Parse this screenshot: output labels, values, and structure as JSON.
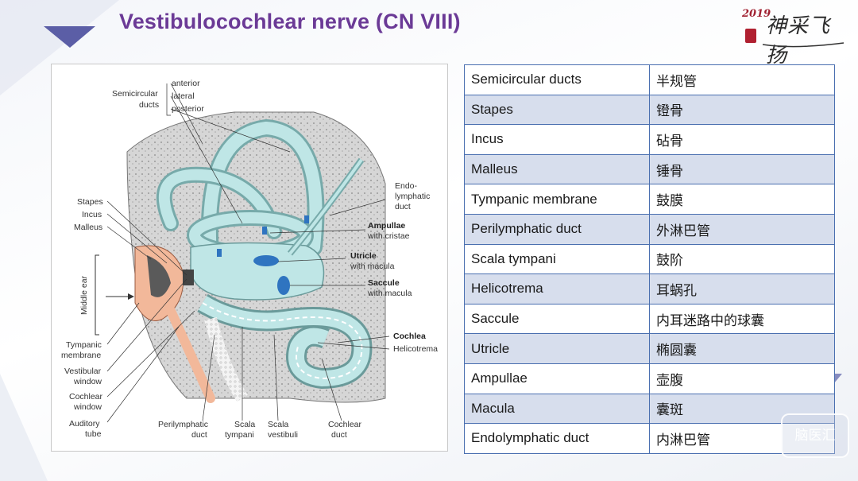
{
  "slide_title": "Vestibulocochlear nerve (CN VIII)",
  "logo": {
    "year": "2019",
    "brush_text": "神采飞扬"
  },
  "figure_labels": {
    "semicircular_ducts_line1": "Semicircular",
    "semicircular_ducts_line2": "ducts",
    "anterior": "anterior",
    "lateral": "lateral",
    "posterior": "posterior",
    "stapes": "Stapes",
    "incus": "Incus",
    "malleus": "Malleus",
    "middle_ear": "Middle ear",
    "tympanic_membrane_line1": "Tympanic",
    "tympanic_membrane_line2": "membrane",
    "vestibular_window_line1": "Vestibular",
    "vestibular_window_line2": "window",
    "cochlear_window_line1": "Cochlear",
    "cochlear_window_line2": "window",
    "auditory_tube_line1": "Auditory",
    "auditory_tube_line2": "tube",
    "perilymphatic_duct_line1": "Perilymphatic",
    "perilymphatic_duct_line2": "duct",
    "scala_tympani_line1": "Scala",
    "scala_tympani_line2": "tympani",
    "scala_vestibuli_line1": "Scala",
    "scala_vestibuli_line2": "vestibuli",
    "cochlear_duct_line1": "Cochlear",
    "cochlear_duct_line2": "duct",
    "endolymphatic_duct_line1": "Endo-",
    "endolymphatic_duct_line2": "lymphatic",
    "endolymphatic_duct_line3": "duct",
    "ampullae": "Ampullae",
    "ampullae_sub": "with cristae",
    "utricle": "Utricle",
    "utricle_sub": "with macula",
    "saccule": "Saccule",
    "saccule_sub": "with macula",
    "cochlea": "Cochlea",
    "helicotrema": "Helicotrema"
  },
  "terms": [
    {
      "en": "Semicircular ducts",
      "cn": "半规管"
    },
    {
      "en": "Stapes",
      "cn": "镫骨"
    },
    {
      "en": "Incus",
      "cn": "砧骨"
    },
    {
      "en": "Malleus",
      "cn": "锤骨"
    },
    {
      "en": "Tympanic membrane",
      "cn": "鼓膜"
    },
    {
      "en": "Perilymphatic duct",
      "cn": "外淋巴管"
    },
    {
      "en": "Scala tympani",
      "cn": "鼓阶"
    },
    {
      "en": "Helicotrema",
      "cn": "耳蜗孔"
    },
    {
      "en": "Saccule",
      "cn": "内耳迷路中的球囊"
    },
    {
      "en": "Utricle",
      "cn": "椭圆囊"
    },
    {
      "en": "Ampullae",
      "cn": "壶腹"
    },
    {
      "en": "Macula",
      "cn": "囊斑"
    },
    {
      "en": "Endolymphatic duct",
      "cn": "内淋巴管"
    }
  ],
  "watermark": "脑医汇",
  "colors": {
    "title": "#6b3a96",
    "table_border": "#4a6fb0",
    "table_stripe": "#d7deed",
    "labyrinth": "#bfe6e6",
    "bone": "#d9d9d9",
    "middle_ear": "#f2b89a"
  }
}
